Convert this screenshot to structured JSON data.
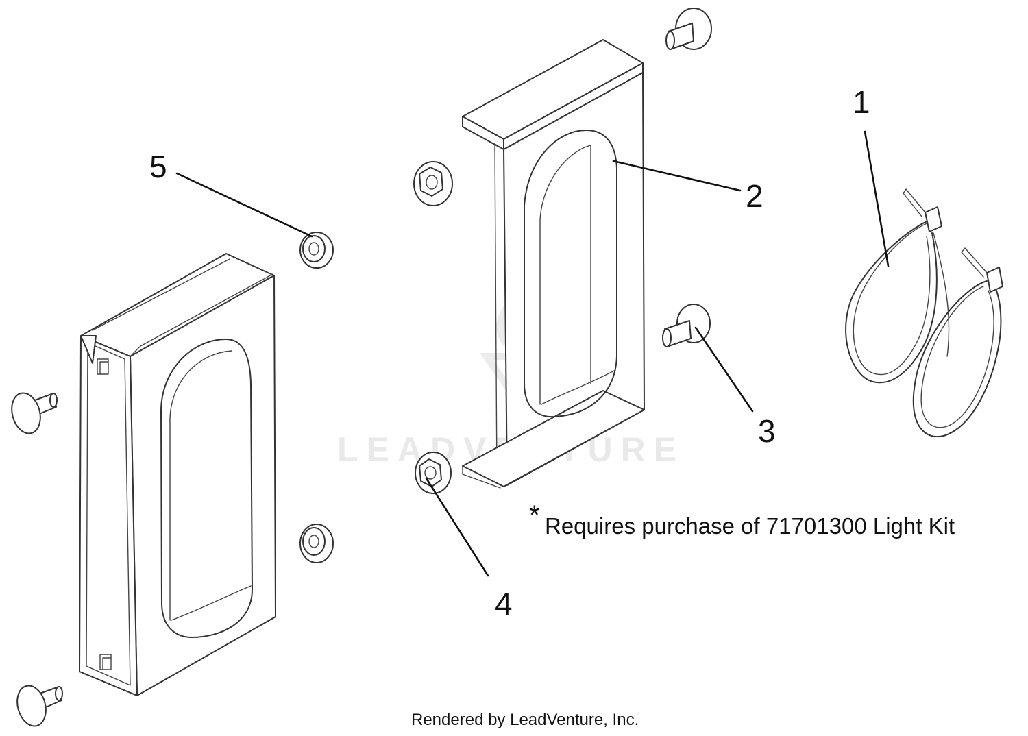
{
  "callouts": [
    {
      "id": "1",
      "label": "1"
    },
    {
      "id": "2",
      "label": "2"
    },
    {
      "id": "3",
      "label": "3"
    },
    {
      "id": "4",
      "label": "4"
    },
    {
      "id": "5",
      "label": "5"
    }
  ],
  "note": {
    "asterisk": "*",
    "text": "Requires purchase of 71701300 Light Kit"
  },
  "watermark": {
    "text": "LEADVENTURE"
  },
  "credit": {
    "text": "Rendered by LeadVenture, Inc."
  },
  "colors": {
    "line": "#333333",
    "watermark": "#e9e9e9"
  }
}
